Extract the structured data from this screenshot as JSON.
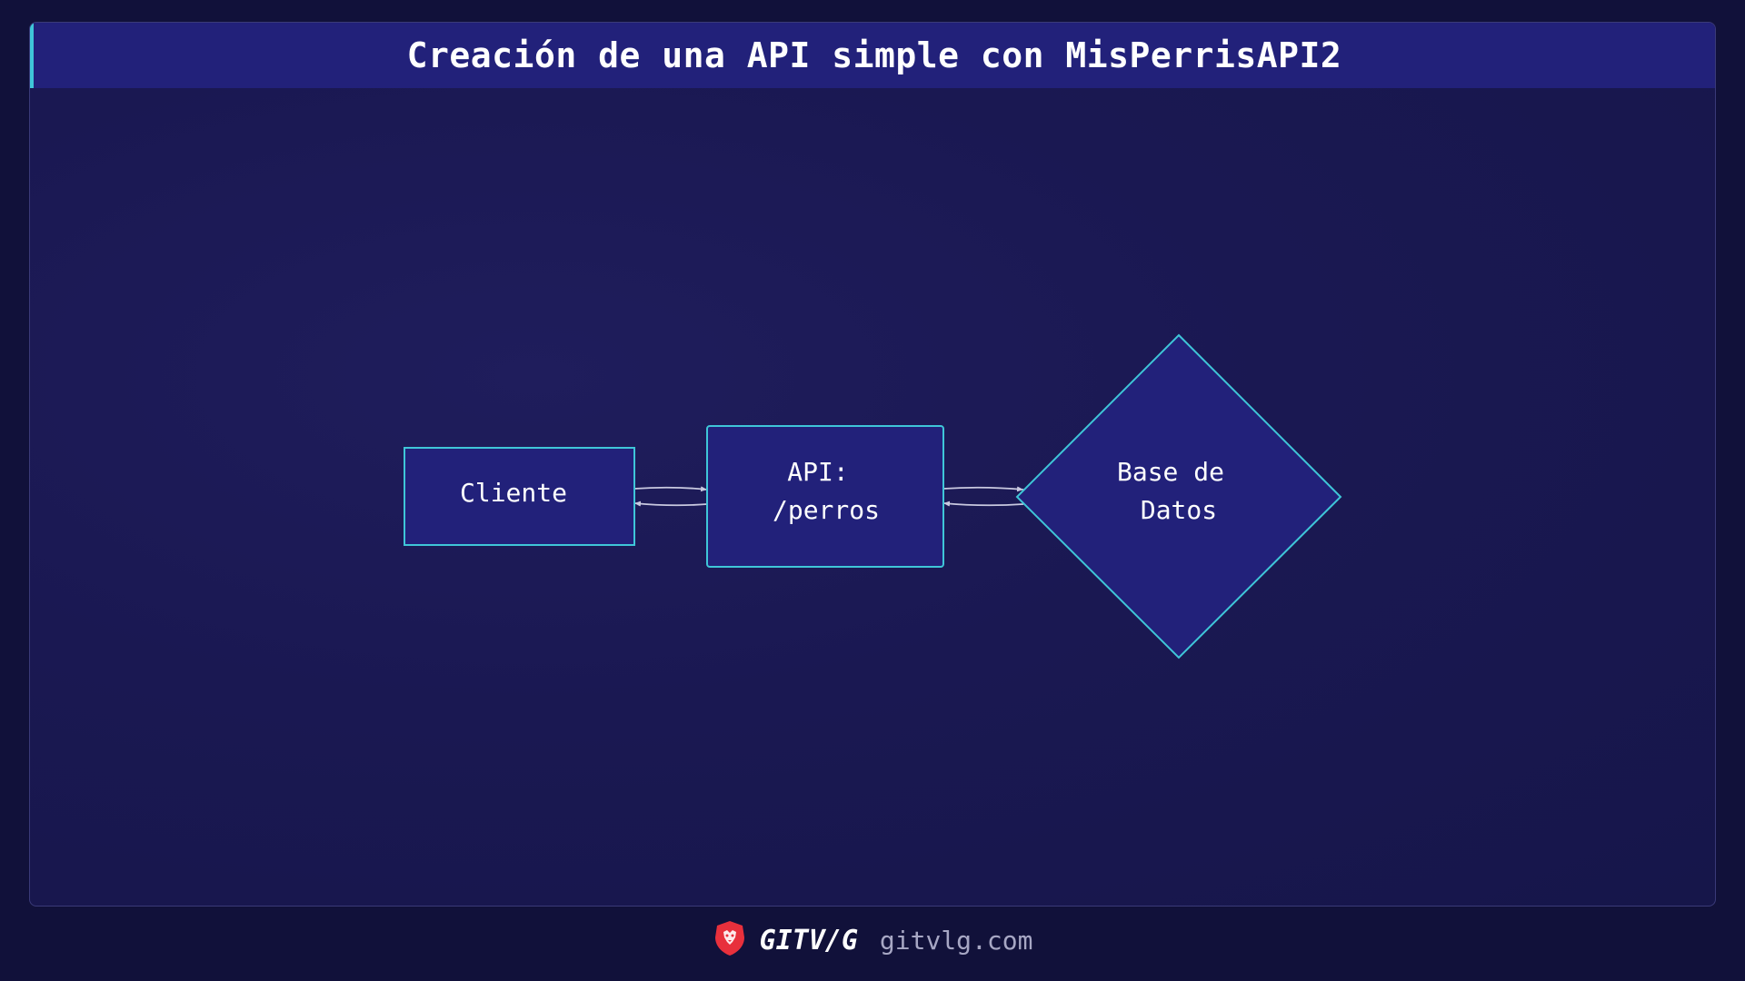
{
  "title": "Creación de una API simple con MisPerrisAPI2",
  "colors": {
    "background": "#11113a",
    "title_bar": "#22217a",
    "accent": "#3fc6d8",
    "node_fill": "#22217a",
    "node_stroke": "#3fc6d8",
    "arrow": "#c9c9e0",
    "logo": "#e8303c"
  },
  "diagram": {
    "nodes": [
      {
        "id": "cliente",
        "shape": "rectangle",
        "lines": [
          "Cliente"
        ]
      },
      {
        "id": "api",
        "shape": "rounded-rectangle",
        "lines": [
          "API:",
          "/perros"
        ]
      },
      {
        "id": "db",
        "shape": "diamond",
        "lines": [
          "Base de",
          "Datos"
        ]
      }
    ],
    "edges": [
      {
        "from": "cliente",
        "to": "api"
      },
      {
        "from": "api",
        "to": "cliente"
      },
      {
        "from": "api",
        "to": "db"
      },
      {
        "from": "db",
        "to": "api"
      }
    ]
  },
  "footer": {
    "logo_icon": "lion-shield-icon",
    "brand": "GITV/G",
    "site": "gitvlg.com"
  }
}
